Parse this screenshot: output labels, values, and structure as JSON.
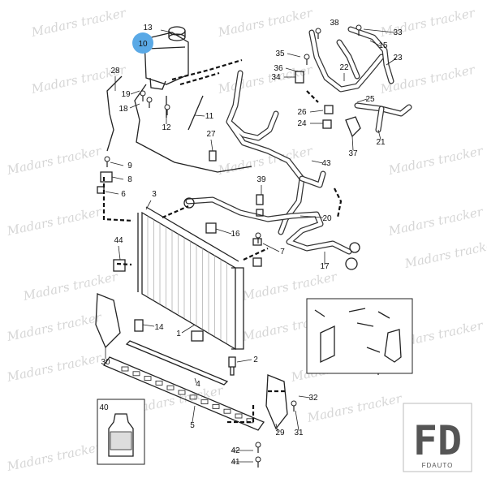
{
  "diagram": {
    "highlight_color": "#5aa9e6",
    "highlighted_callout": "10",
    "callouts": [
      "13",
      "10",
      "28",
      "19",
      "18",
      "9",
      "8",
      "6",
      "3",
      "44",
      "5",
      "4",
      "30",
      "14",
      "1",
      "2",
      "12",
      "11",
      "27",
      "39",
      "35",
      "36",
      "34",
      "38",
      "33",
      "15",
      "22",
      "23",
      "25",
      "26",
      "24",
      "21",
      "37",
      "43",
      "20",
      "16",
      "7",
      "17",
      "32",
      "31",
      "29",
      "42",
      "41",
      "40"
    ],
    "watermark_text": "Madars tracker"
  },
  "brand": {
    "logo_letters": "FD",
    "caption": "FDAUTO"
  }
}
